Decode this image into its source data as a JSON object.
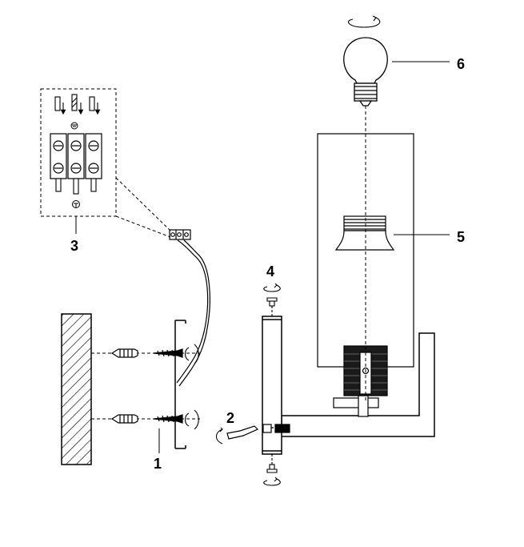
{
  "labels": {
    "part1": "1",
    "part2": "2",
    "part3": "3",
    "part4": "4",
    "part5": "5",
    "part6": "6"
  },
  "colors": {
    "line": "#000000",
    "background": "#ffffff"
  }
}
